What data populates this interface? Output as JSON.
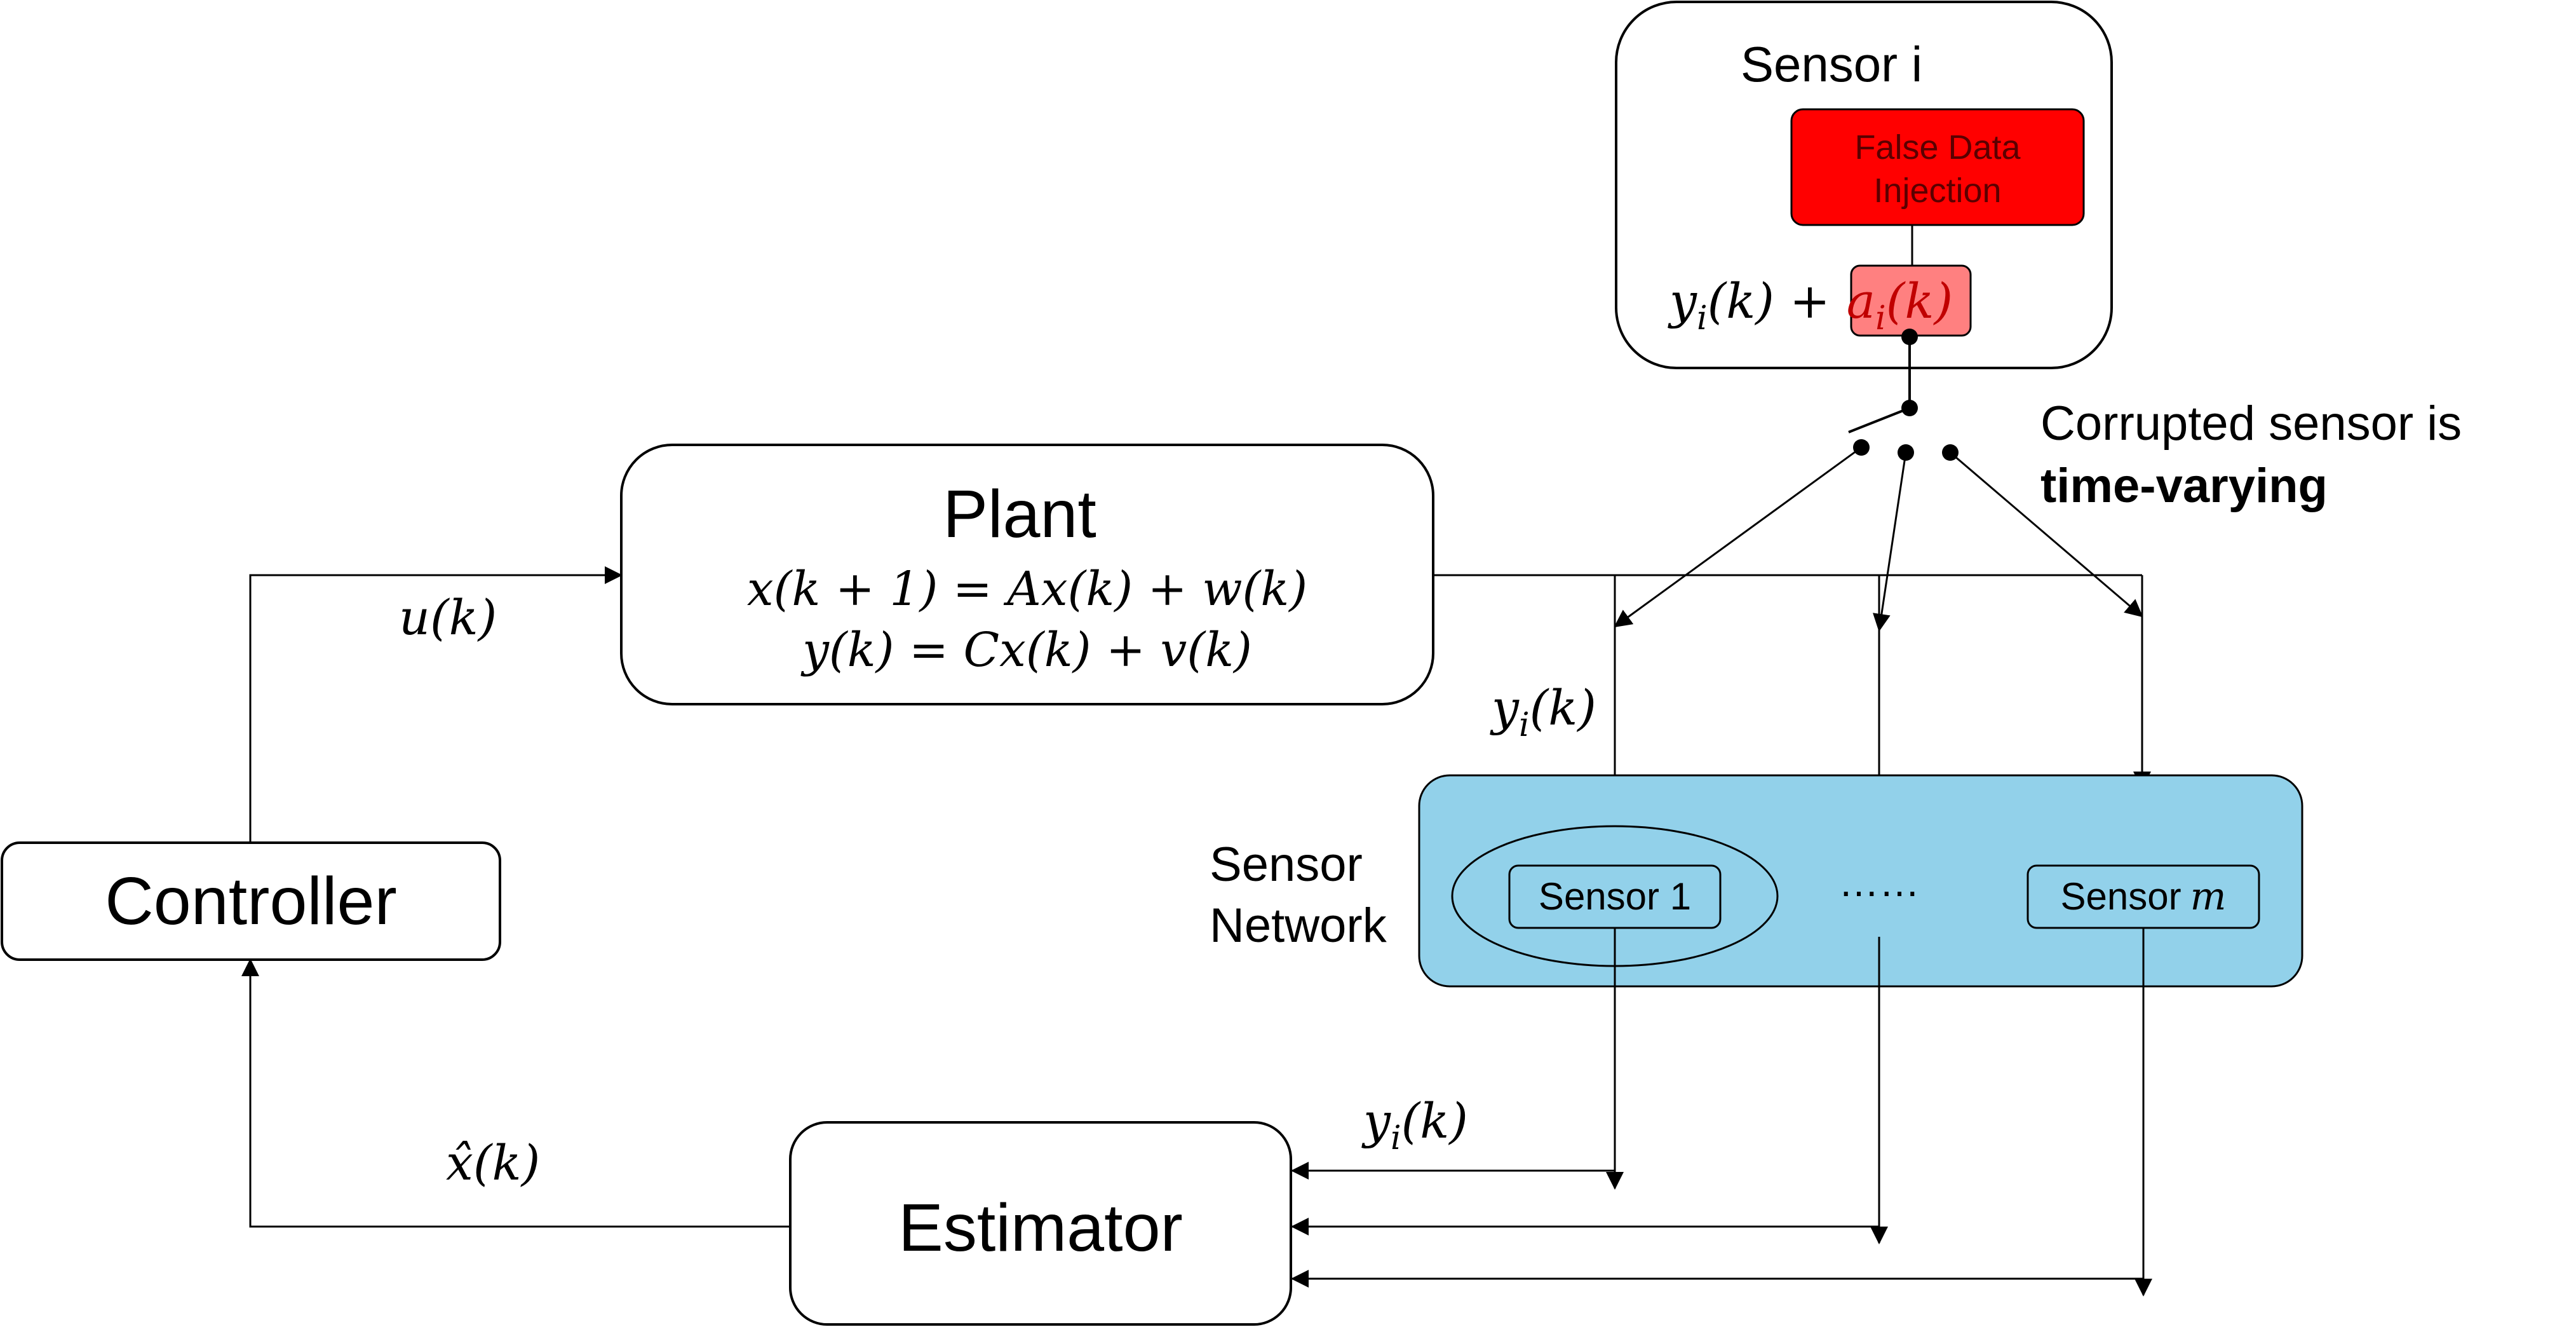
{
  "colors": {
    "line": "#000000",
    "box_fill": "#ffffff",
    "sensor_network_fill": "#92d1ea",
    "fdi_fill": "#ff0000",
    "fdi_text": "#5b0000",
    "attack_fill": "#ff8080",
    "attack_text": "#c00000"
  },
  "sensor_i": {
    "title": "Sensor i",
    "fdi_line1": "False Data",
    "fdi_line2": "Injection",
    "eq_y": "y",
    "eq_y_sub": "i",
    "eq_y_arg": "(k) +",
    "eq_a": "a",
    "eq_a_sub": "i",
    "eq_a_arg": "(k)"
  },
  "corrupted_note": {
    "line1": "Corrupted sensor is",
    "line2": "time-varying"
  },
  "plant": {
    "title": "Plant",
    "eq1": "x(k + 1) = Ax(k) + w(k)",
    "eq2": "y(k) = Cx(k) + v(k)"
  },
  "controller": {
    "label": "Controller"
  },
  "estimator": {
    "label": "Estimator"
  },
  "signals": {
    "u": "u(k)",
    "xhat": "x̂(k)",
    "yi_top_base": "y",
    "yi_top_sub": "i",
    "yi_top_arg": "(k)",
    "yi_bottom_base": "y",
    "yi_bottom_sub": "i",
    "yi_bottom_arg": "(k)"
  },
  "sensor_network": {
    "label_line1": "Sensor",
    "label_line2": "Network",
    "sensor1": "Sensor 1",
    "dots": "……",
    "sensorm_text": "Sensor",
    "sensorm_var": "m"
  }
}
